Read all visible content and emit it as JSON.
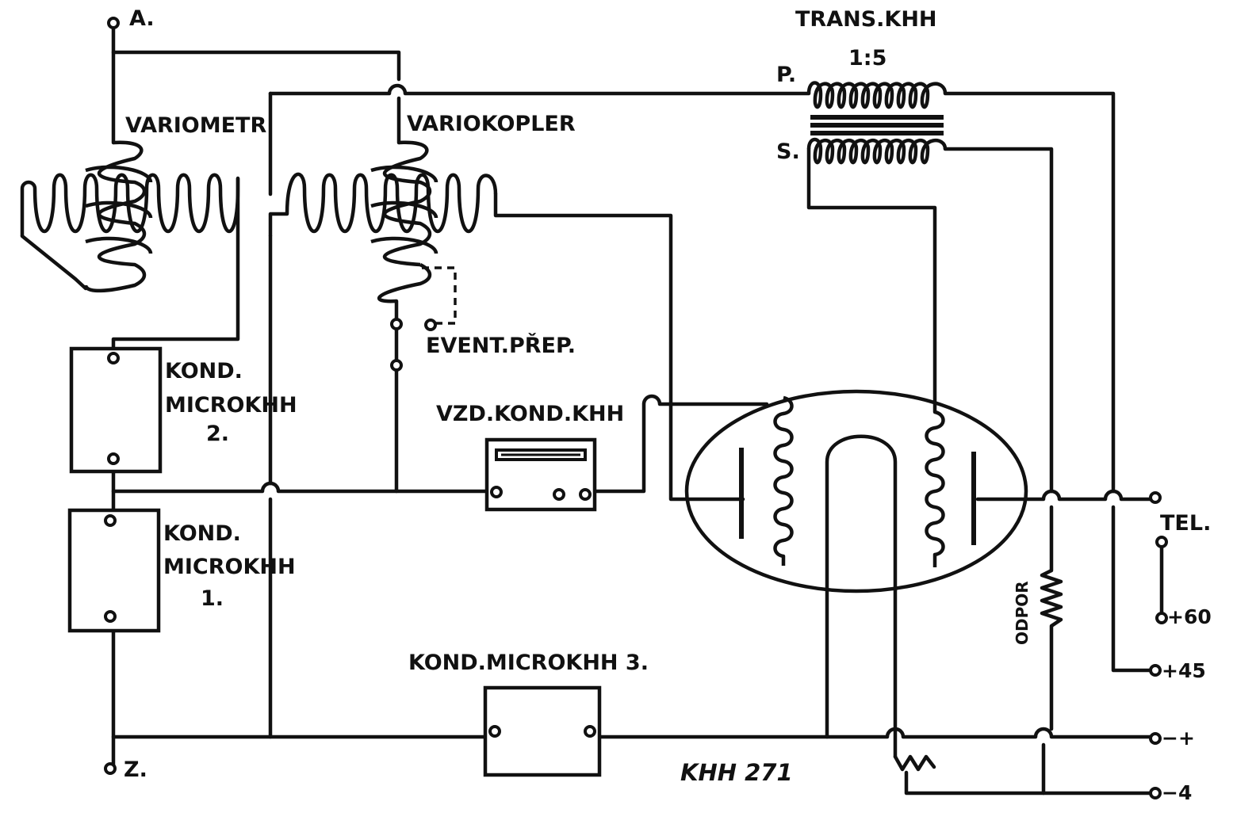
{
  "labels": {
    "antenna": "A.",
    "ground": "Z.",
    "variometer": "VARIOMETR",
    "variocoupler": "VARIOKOPLER",
    "event_switch": "EVENT.PŘEP.",
    "transformer_title": "TRANS.KHH",
    "transformer_ratio": "1:5",
    "primary": "P.",
    "secondary": "S.",
    "cap2_line1": "KOND.",
    "cap2_line2": "MICROKHH",
    "cap2_line3": "2.",
    "cap1_line1": "KOND.",
    "cap1_line2": "MICROKHH",
    "cap1_line3": "1.",
    "air_cap": "VZD.KOND.KHH",
    "cap3": "KOND.MICROKHH 3.",
    "resistor": "ODPOR",
    "tube": "KHH 271",
    "tel": "TEL.",
    "plus60": "+60",
    "plus45": "+45",
    "minus_fil": "−+",
    "minus4": "−4"
  }
}
